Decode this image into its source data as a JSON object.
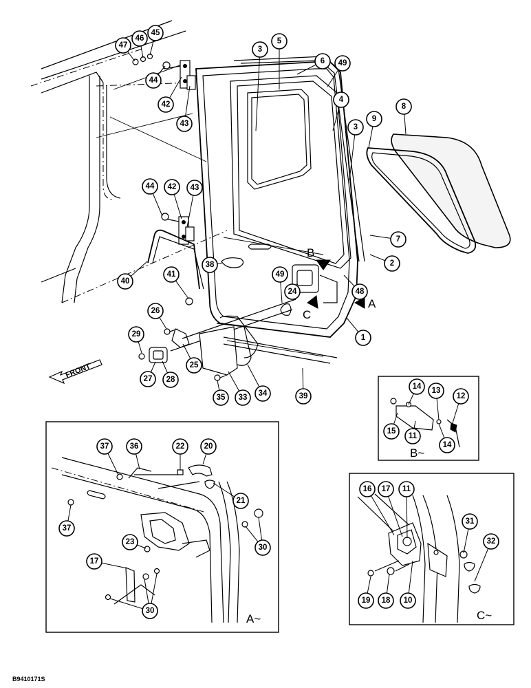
{
  "front_label": "FRONT",
  "drawing_code": "B9410171S",
  "view_labels": {
    "detail_a_panel": "A~",
    "detail_b_panel": "B~",
    "detail_c_panel": "C~",
    "marker_a": "A",
    "marker_b": "B",
    "marker_c": "C"
  },
  "main_callouts": [
    "47",
    "46",
    "45",
    "44",
    "42",
    "43",
    "3",
    "5",
    "6",
    "49",
    "4",
    "3",
    "9",
    "8",
    "44",
    "42",
    "43",
    "7",
    "2",
    "48",
    "38",
    "49",
    "24",
    "41",
    "40",
    "26",
    "29",
    "25",
    "27",
    "28",
    "35",
    "33",
    "34",
    "39",
    "1"
  ],
  "detail_a_callouts": [
    "37",
    "36",
    "22",
    "20",
    "21",
    "37",
    "30",
    "23",
    "17",
    "30"
  ],
  "detail_b_callouts": [
    "14",
    "13",
    "12",
    "15",
    "11",
    "14"
  ],
  "detail_c_callouts": [
    "16",
    "17",
    "11",
    "31",
    "32",
    "19",
    "18",
    "10"
  ]
}
